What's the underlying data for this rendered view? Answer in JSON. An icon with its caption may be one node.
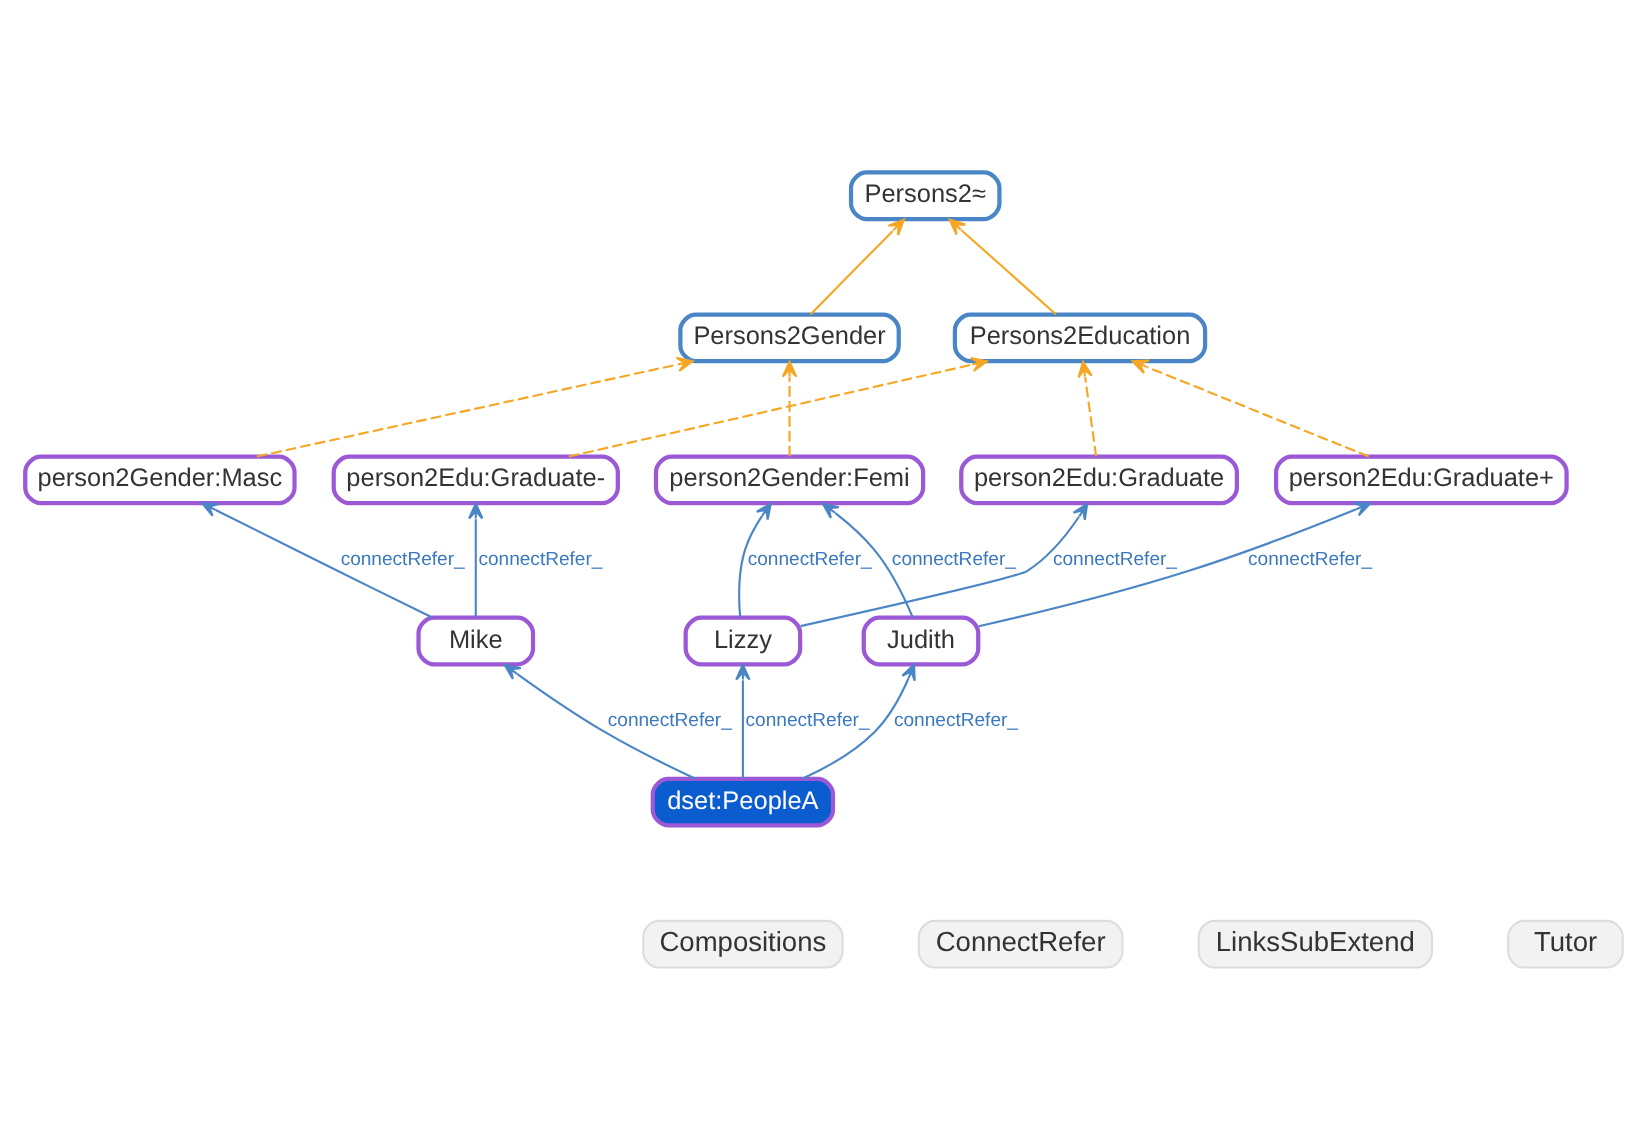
{
  "diagram": {
    "nodes": [
      {
        "text": [
          "Persons2≈"
        ]
      },
      {
        "text": [
          "Persons2Gender"
        ]
      },
      {
        "text": [
          "Persons2Education"
        ]
      },
      {
        "text": [
          "person2Gender:Femi"
        ]
      },
      {
        "text": [
          "person2Gender:Masc"
        ]
      },
      {
        "text": [
          "person2Edu:Graduate+"
        ]
      },
      {
        "text": [
          "person2Edu:Graduate-"
        ]
      },
      {
        "text": [
          "person2Edu:Graduate"
        ]
      },
      {
        "text": [
          "Judith"
        ]
      },
      {
        "text": [
          "Mike"
        ]
      },
      {
        "text": [
          "Lizzy"
        ]
      },
      {
        "text": [
          "dset:PeopleA"
        ]
      }
    ],
    "edges": [
      {
        "from": 1,
        "to": 0,
        "arrow": "to",
        "color": "#f5a623"
      },
      {
        "from": 2,
        "to": 0,
        "arrow": "to",
        "color": "#f5a623"
      },
      {
        "from": 3,
        "to": 1,
        "arrow": "to",
        "style": "dashed",
        "color": "#f5a623"
      },
      {
        "from": 4,
        "to": 1,
        "arrow": "to",
        "style": "dashed",
        "color": "#f5a623"
      },
      {
        "from": 5,
        "to": 2,
        "arrow": "to",
        "style": "dashed",
        "color": "#f5a623"
      },
      {
        "from": 6,
        "to": 2,
        "arrow": "to",
        "style": "dashed",
        "color": "#f5a623"
      },
      {
        "from": 7,
        "to": 2,
        "arrow": "to",
        "style": "dashed",
        "color": "#f5a623"
      },
      {
        "from": 8,
        "to": 3,
        "arrow": "to",
        "label": "connectRefer_"
      },
      {
        "from": 10,
        "to": 3,
        "arrow": "to",
        "label": "connectRefer_"
      },
      {
        "from": 9,
        "to": 4,
        "arrow": "to",
        "label": "connectRefer_"
      },
      {
        "from": 8,
        "to": 5,
        "arrow": "to",
        "label": "connectRefer_"
      },
      {
        "from": 9,
        "to": 6,
        "arrow": "to",
        "label": "connectRefer_"
      },
      {
        "from": 10,
        "to": 7,
        "arrow": "to",
        "label": "connectRefer_"
      },
      {
        "from": 11,
        "to": 8,
        "arrow": "to",
        "label": "connectRefer_"
      },
      {
        "from": 11,
        "to": 9,
        "arrow": "to",
        "label": "connectRefer_"
      },
      {
        "from": 11,
        "to": 10,
        "arrow": "to",
        "label": "connectRefer_"
      }
    ],
    "labels": [
      "Compositions",
      "ConnectRefer",
      "LinksSubExtend",
      "Tutor"
    ]
  }
}
